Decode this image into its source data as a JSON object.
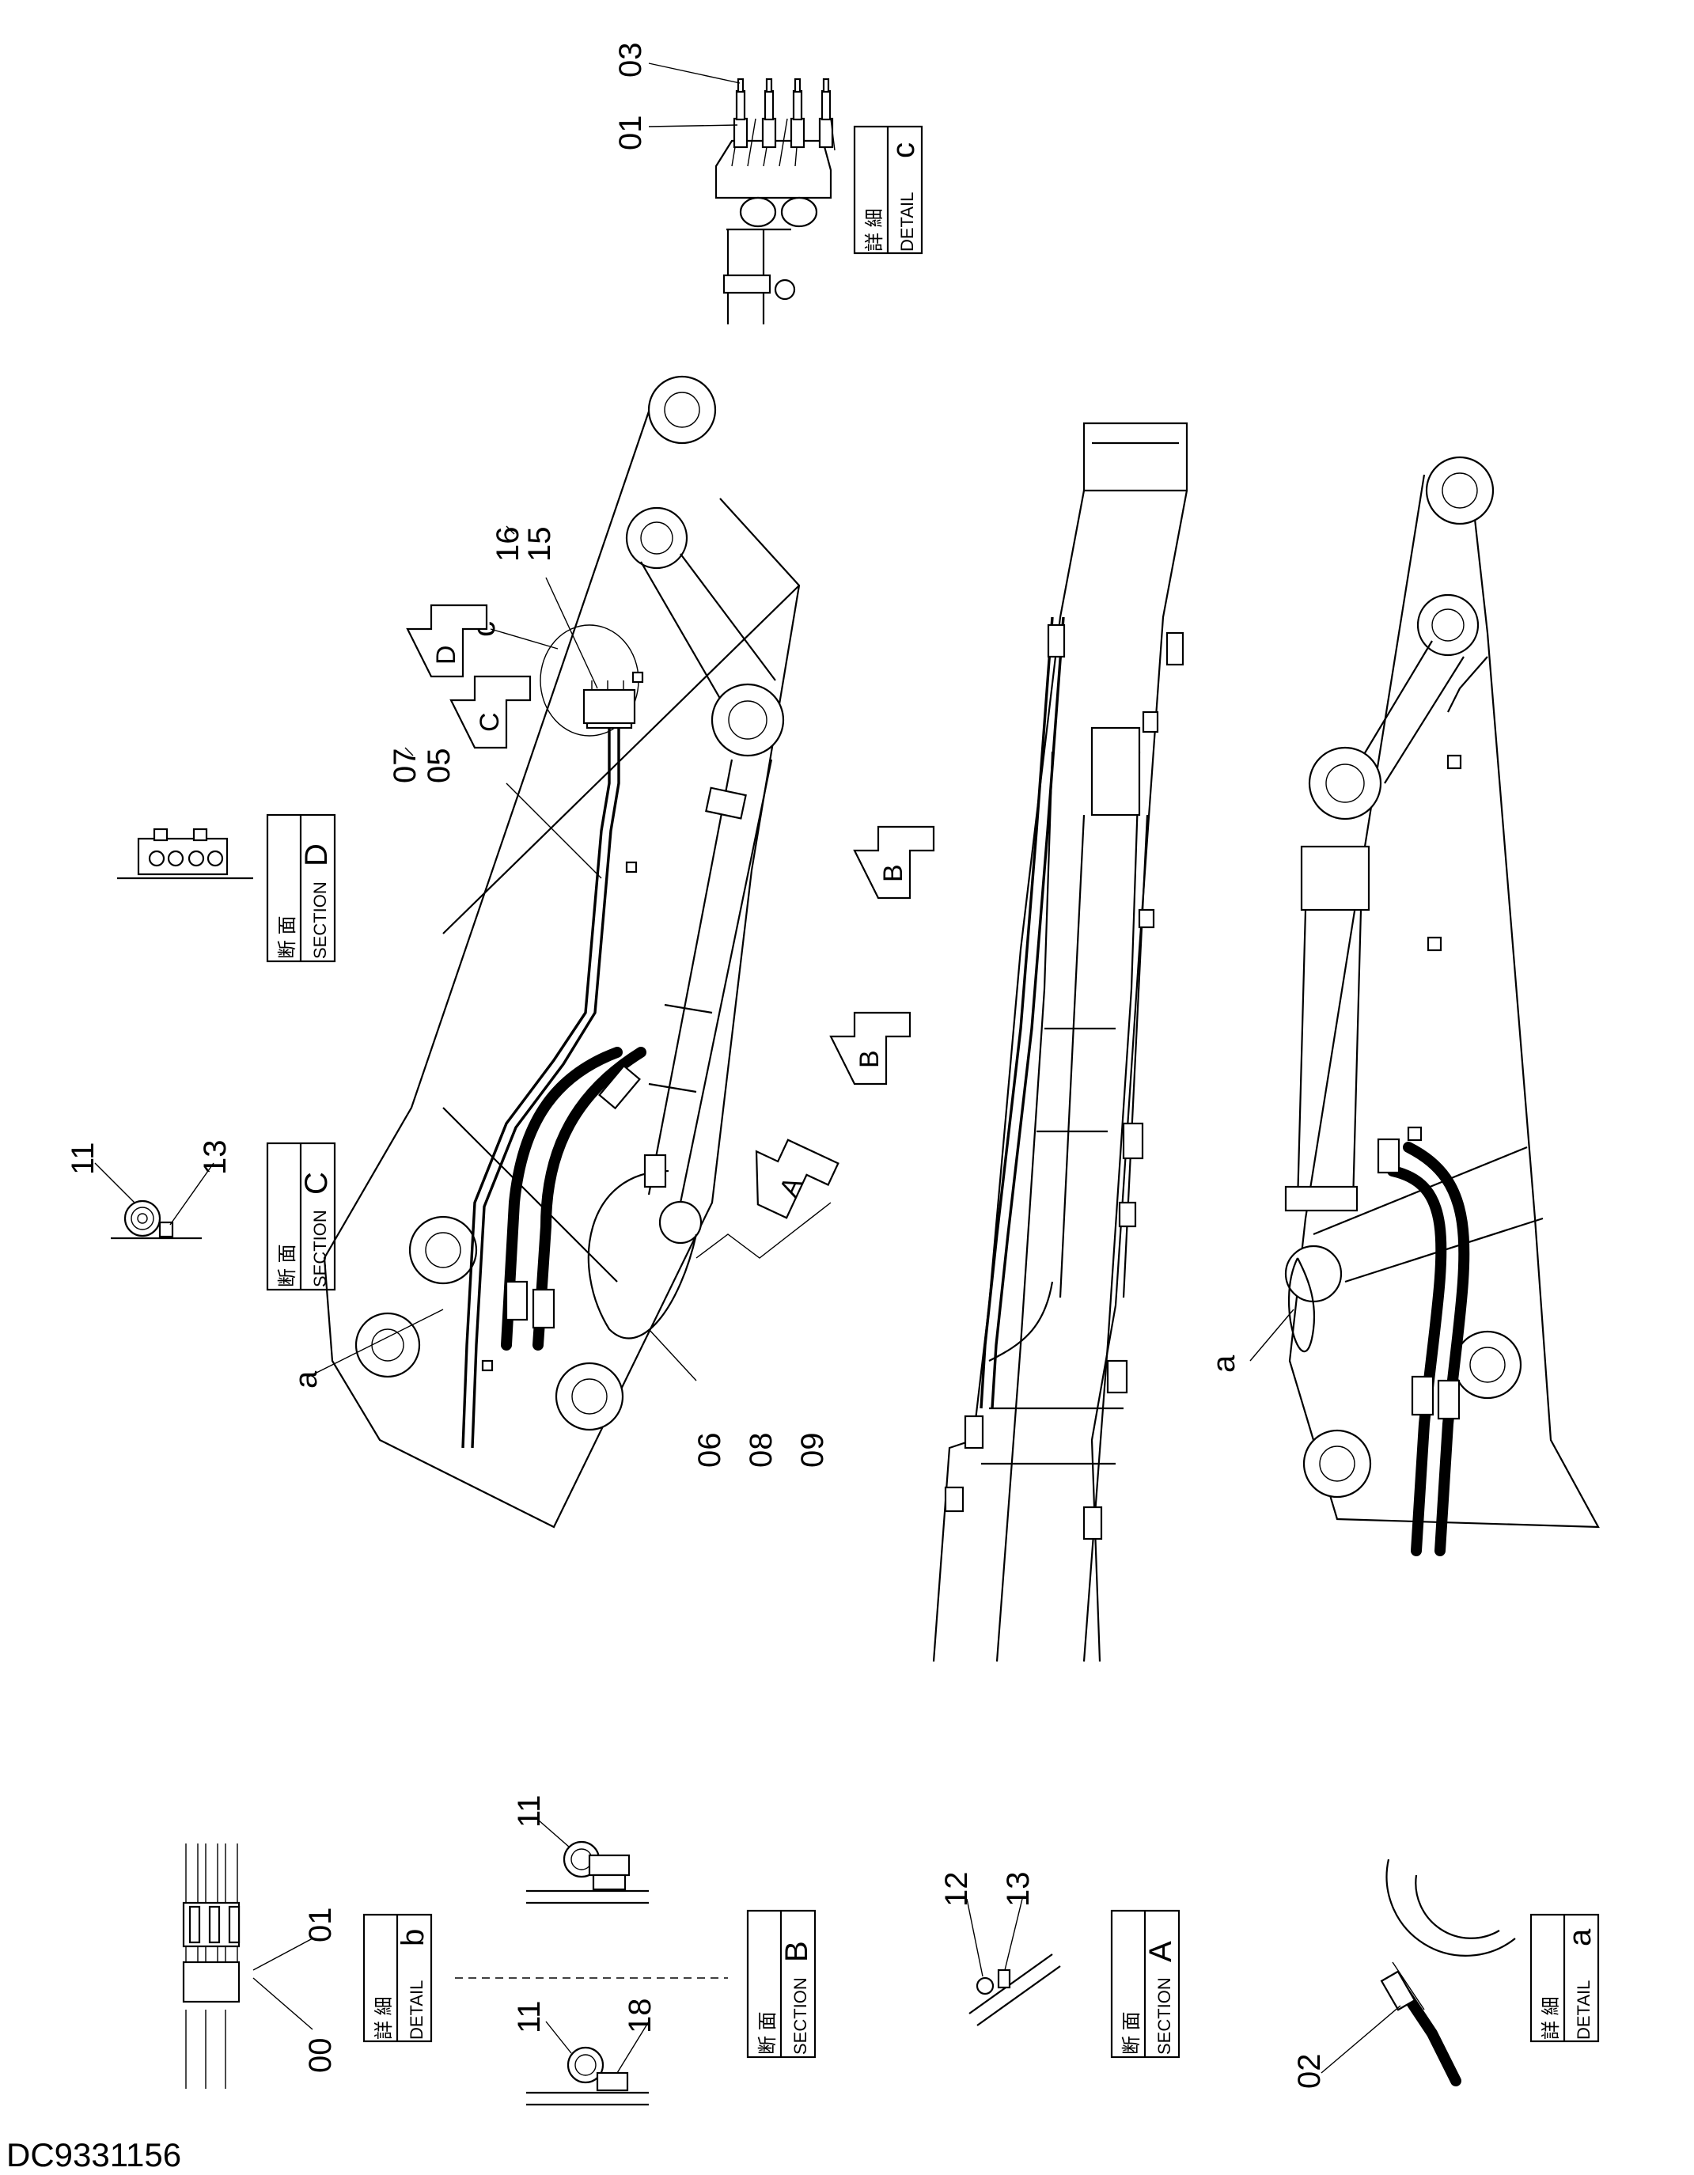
{
  "drawing_id": "DC9331156",
  "boxes": {
    "detail_c": {
      "jp": "詳 細",
      "en": "DETAIL",
      "letter": "c"
    },
    "section_d": {
      "jp": "断 面",
      "en": "SECTION",
      "letter": "D"
    },
    "section_c": {
      "jp": "断 面",
      "en": "SECTION",
      "letter": "C"
    },
    "detail_b": {
      "jp": "詳 細",
      "en": "DETAIL",
      "letter": "b"
    },
    "section_b": {
      "jp": "断 面",
      "en": "SECTION",
      "letter": "B"
    },
    "section_a": {
      "jp": "断 面",
      "en": "SECTION",
      "letter": "A"
    },
    "detail_a": {
      "jp": "詳 細",
      "en": "DETAIL",
      "letter": "a"
    }
  },
  "view_arrows": {
    "a1": "A",
    "b1": "B",
    "b2": "B",
    "c1": "C",
    "d1": "D"
  },
  "refs": {
    "c": "c",
    "a_left": "a",
    "a_right": "a"
  },
  "callouts": {
    "p03": "03",
    "p01_top": "01",
    "p16_15_a": "16",
    "p16_15_b": "15",
    "p07_05_a": "07",
    "p07_05_b": "05",
    "p11_c": "11",
    "p13_c": "13",
    "p06": "06",
    "p08": "08",
    "p09": "09",
    "p11_b_top": "11",
    "p11_b_bot": "11",
    "p18": "18",
    "p01_b": "01",
    "p00": "00",
    "p12": "12",
    "p13_a": "13",
    "p02": "02"
  },
  "colors": {
    "ink": "#000000",
    "paper": "#ffffff"
  }
}
